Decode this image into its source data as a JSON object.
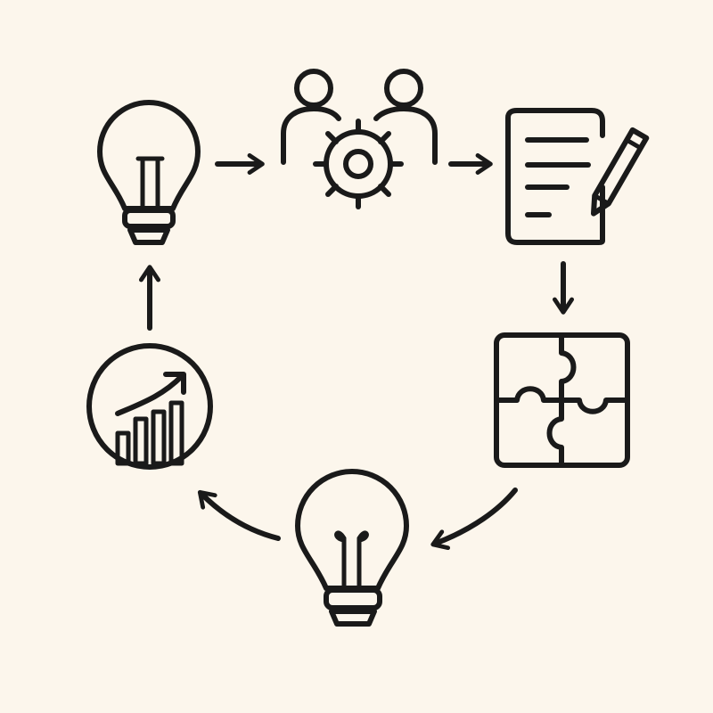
{
  "diagram": {
    "type": "cycle",
    "stroke_color": "#1a1a1a",
    "background": "#fcf6ec",
    "nodes": [
      {
        "id": "idea",
        "icon": "lightbulb-icon"
      },
      {
        "id": "team",
        "icon": "team-gear-icon"
      },
      {
        "id": "plan",
        "icon": "document-pencil-icon"
      },
      {
        "id": "integrate",
        "icon": "puzzle-icon"
      },
      {
        "id": "insight",
        "icon": "lightbulb-icon"
      },
      {
        "id": "growth",
        "icon": "growth-chart-icon"
      }
    ],
    "edges": [
      {
        "from": "idea",
        "to": "team"
      },
      {
        "from": "team",
        "to": "plan"
      },
      {
        "from": "plan",
        "to": "integrate"
      },
      {
        "from": "integrate",
        "to": "insight"
      },
      {
        "from": "insight",
        "to": "growth"
      },
      {
        "from": "growth",
        "to": "idea"
      }
    ]
  }
}
